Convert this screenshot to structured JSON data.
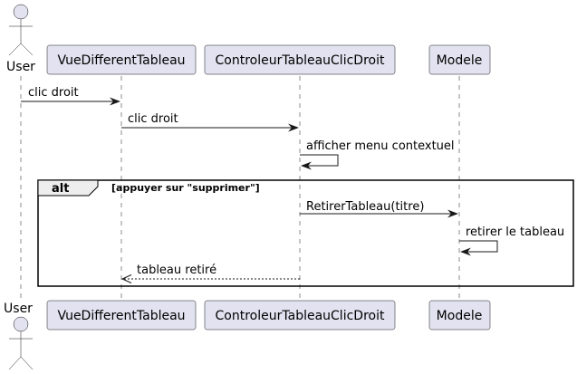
{
  "participants": [
    {
      "id": "user",
      "label": "User",
      "kind": "actor"
    },
    {
      "id": "vue",
      "label": "VueDifferentTableau",
      "kind": "box"
    },
    {
      "id": "ctrl",
      "label": "ControleurTableauClicDroit",
      "kind": "box"
    },
    {
      "id": "modele",
      "label": "Modele",
      "kind": "box"
    }
  ],
  "messages": [
    {
      "from": "user",
      "to": "vue",
      "label": "clic droit",
      "style": "solid"
    },
    {
      "from": "vue",
      "to": "ctrl",
      "label": "clic droit",
      "style": "solid"
    },
    {
      "from": "ctrl",
      "to": "ctrl",
      "label": "afficher menu contextuel",
      "style": "self"
    },
    {
      "from": "ctrl",
      "to": "modele",
      "label": "RetirerTableau(titre)",
      "style": "solid"
    },
    {
      "from": "modele",
      "to": "modele",
      "label": "retirer le tableau",
      "style": "self"
    },
    {
      "from": "ctrl",
      "to": "vue",
      "label": "tableau retiré",
      "style": "dashed"
    }
  ],
  "fragment": {
    "keyword": "alt",
    "guard": "[appuyer sur \"supprimer\"]"
  },
  "colors": {
    "participant_fill": "#E2E2F0",
    "participant_border": "#181818",
    "line": "#181818",
    "fragment_tab": "#EEEEEE"
  }
}
